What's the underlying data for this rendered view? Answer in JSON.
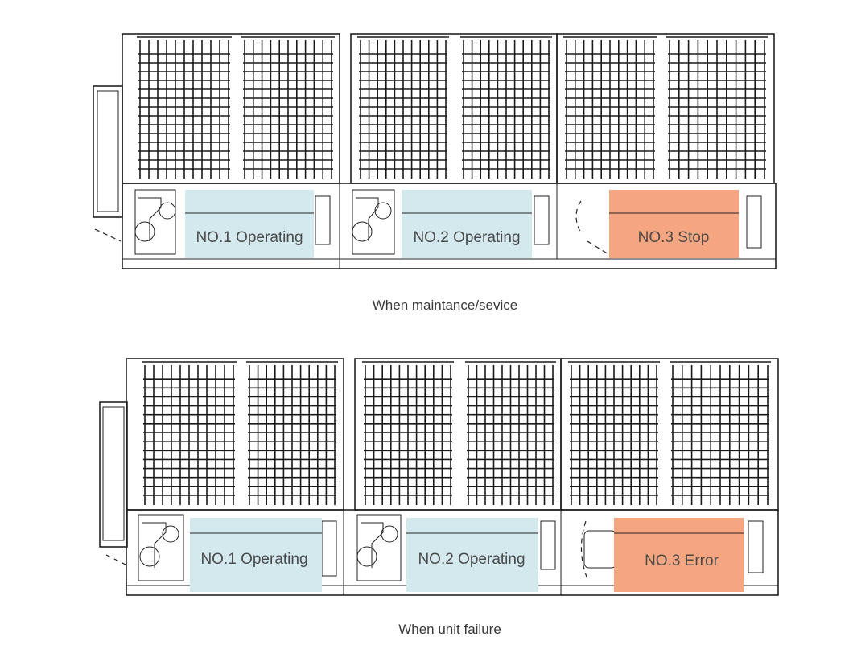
{
  "diagrams": [
    {
      "caption": "When maintance/sevice",
      "units": [
        {
          "label": "NO.1 Operating",
          "state_color": "#d4e9ee"
        },
        {
          "label": "NO.2  Operating",
          "state_color": "#d4e9ee"
        },
        {
          "label": "NO.3  Stop",
          "state_color": "#f5a57f"
        }
      ]
    },
    {
      "caption": "When unit failure",
      "units": [
        {
          "label": "NO.1 Operating",
          "state_color": "#d4e9ee"
        },
        {
          "label": "NO.2 Operating",
          "state_color": "#d4e9ee"
        },
        {
          "label": "NO.3  Error",
          "state_color": "#f5a57f"
        }
      ]
    }
  ]
}
